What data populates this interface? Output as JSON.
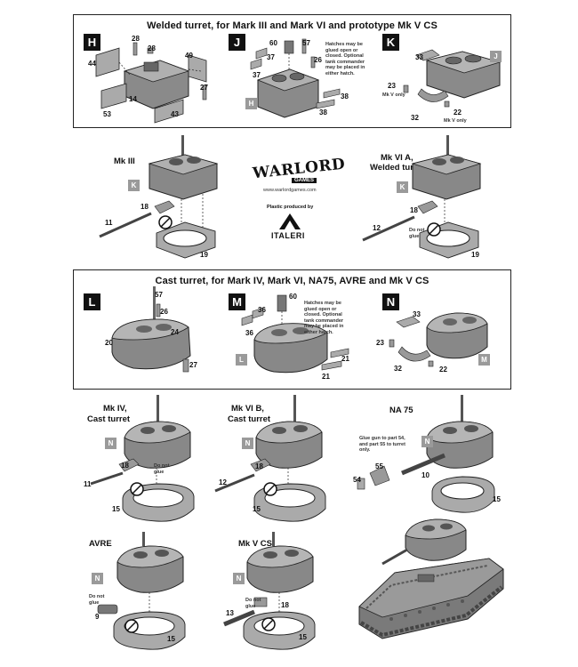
{
  "section_welded": {
    "title": "Welded turret, for Mark III and Mark VI and prototype Mk V CS",
    "steps": {
      "h": "H",
      "j": "J",
      "k": "K"
    },
    "h_parts": [
      "28",
      "28",
      "44",
      "49",
      "27",
      "14",
      "53",
      "43"
    ],
    "j_parts": [
      "60",
      "57",
      "37",
      "37",
      "26",
      "38",
      "38"
    ],
    "j_ref": "H",
    "j_note": "Hatches may be glued open or closed. Optional tank commander may be placed in either hatch.",
    "k_parts": [
      "33",
      "23",
      "32",
      "22"
    ],
    "k_ref": "J",
    "k_only_a": "Mk V only",
    "k_only_b": "Mk V only"
  },
  "mid_welded": {
    "left_label": "Mk III",
    "left_ref": "K",
    "left_parts": [
      "18",
      "11",
      "19"
    ],
    "right_label_1": "Mk VI A,",
    "right_label_2": "Welded turret",
    "right_ref": "K",
    "right_parts": [
      "18",
      "12",
      "19"
    ],
    "do_not_glue": "Do not glue"
  },
  "logo": {
    "brand": "WARLORD",
    "games": "GAMES",
    "url": "www.warlordgames.com",
    "produced": "Plastic produced by",
    "italeri": "ITALERI"
  },
  "section_cast": {
    "title": "Cast turret, for Mark IV, Mark VI, NA75, AVRE and Mk V CS",
    "steps": {
      "l": "L",
      "m": "M",
      "n": "N"
    },
    "l_parts": [
      "57",
      "26",
      "24",
      "20",
      "27"
    ],
    "m_parts": [
      "60",
      "36",
      "36",
      "21",
      "21"
    ],
    "m_ref": "L",
    "m_note": "Hatches may be glued open or closed. Optional tank commander may be placed in either hatch.",
    "n_parts": [
      "33",
      "23",
      "32",
      "22"
    ],
    "n_ref": "M"
  },
  "variants": {
    "mk4_1": "Mk IV,",
    "mk4_2": "Cast turret",
    "mk4_ref": "N",
    "mk4_parts": [
      "18",
      "11",
      "15"
    ],
    "mk4_note": "Do not glue",
    "mk6b_1": "Mk VI B,",
    "mk6b_2": "Cast turret",
    "mk6b_ref": "N",
    "mk6b_parts": [
      "18",
      "12",
      "15"
    ],
    "na75": "NA 75",
    "na75_ref": "N",
    "na75_note": "Glue gun to part 54, and part 55 to turret only.",
    "na75_parts": [
      "55",
      "54",
      "10",
      "15"
    ],
    "avre": "AVRE",
    "avre_ref": "N",
    "avre_note": "Do not glue",
    "avre_parts": [
      "9",
      "15"
    ],
    "mk5cs": "Mk V CS",
    "mk5cs_ref": "N",
    "mk5cs_note": "Do not glue",
    "mk5cs_parts": [
      "13",
      "18",
      "15"
    ]
  }
}
